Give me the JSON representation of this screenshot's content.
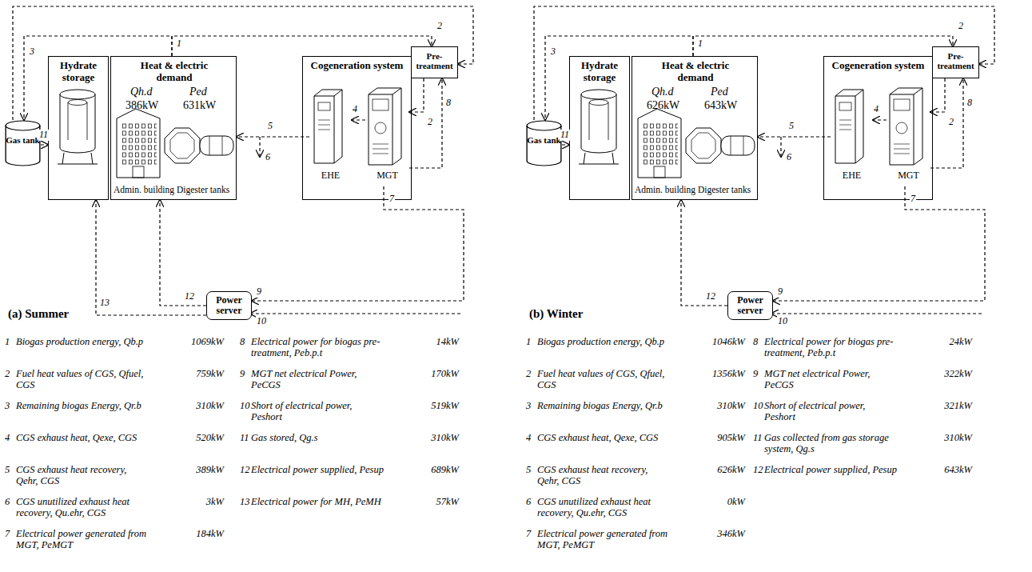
{
  "diagram": {
    "nodes": [
      {
        "text": [
          "Gas tank"
        ]
      },
      {
        "text": [
          "Hydrate storage"
        ]
      },
      {
        "text": [
          "Heat & electric demand",
          "Qh.d",
          "386kW",
          "Ped",
          "631kW",
          "Admin. building",
          "Digester tanks"
        ]
      },
      {
        "text": [
          "Cogeneration system"
        ]
      },
      {
        "text": [
          "EHE"
        ],
        "in": 3
      },
      {
        "text": [
          "MGT"
        ],
        "in": 3
      },
      {
        "text": [
          "Pre-treatment"
        ]
      },
      {
        "text": [
          "Power server"
        ]
      },
      {
        "text": [
          "Gas tank"
        ]
      },
      {
        "text": [
          "Hydrate storage"
        ]
      },
      {
        "text": [
          "Heat & electric demand",
          "Qh.d",
          "626kW",
          "Ped",
          "643kW",
          "Admin. building",
          "Digester tanks"
        ]
      },
      {
        "text": [
          "Cogeneration system"
        ]
      },
      {
        "text": [
          "EHE"
        ],
        "in": 11
      },
      {
        "text": [
          "MGT"
        ],
        "in": 11
      },
      {
        "text": [
          "Pre-treatment"
        ]
      },
      {
        "text": [
          "Power server"
        ]
      }
    ],
    "edges": [
      {
        "from": 2,
        "to": 6,
        "arrow": "to"
      },
      {
        "from": 2,
        "to": 0,
        "arrow": "to"
      },
      {
        "from": 0,
        "to": 6,
        "arrow": "to"
      },
      {
        "from": 0,
        "to": 1,
        "arrow": "to"
      },
      {
        "from": 5,
        "to": 4,
        "arrow": "to"
      },
      {
        "from": 4,
        "to": 2,
        "arrow": "to"
      },
      {
        "from": 6,
        "to": 5,
        "arrow": "to"
      },
      {
        "from": 5,
        "to": 6,
        "arrow": "to"
      },
      {
        "from": 5,
        "to": 7,
        "arrow": "to"
      },
      {
        "from": 7,
        "to": 2,
        "arrow": "to"
      },
      {
        "from": 7,
        "to": 1,
        "arrow": "to"
      },
      {
        "from": 10,
        "to": 14,
        "arrow": "to"
      },
      {
        "from": 10,
        "to": 8,
        "arrow": "to"
      },
      {
        "from": 8,
        "to": 14,
        "arrow": "to"
      },
      {
        "from": 8,
        "to": 9,
        "arrow": "to"
      },
      {
        "from": 13,
        "to": 12,
        "arrow": "to"
      },
      {
        "from": 12,
        "to": 10,
        "arrow": "to"
      },
      {
        "from": 14,
        "to": 13,
        "arrow": "to"
      },
      {
        "from": 13,
        "to": 14,
        "arrow": "to"
      },
      {
        "from": 13,
        "to": 15,
        "arrow": "to"
      },
      {
        "from": 15,
        "to": 10,
        "arrow": "to"
      }
    ],
    "labels": [
      "(a) Summer",
      "1",
      "2",
      "3",
      "11",
      "4",
      "5",
      "6",
      "7",
      "8",
      "2",
      "9",
      "10",
      "12",
      "13",
      "1",
      "Biogas production energy, Qb.p",
      "1069kW",
      "2",
      "Fuel heat values of CGS, Qfuel, CGS",
      "759kW",
      "3",
      "Remaining biogas Energy, Qr.b",
      "310kW",
      "4",
      "CGS exhaust heat, Qexe, CGS",
      "520kW",
      "5",
      "CGS exhaust heat recovery, Qehr, CGS",
      "389kW",
      "6",
      "CGS unutilized exhaust heat recovery, Qu.ehr, CGS",
      "3kW",
      "7",
      "Electrical power generated from MGT, PeMGT",
      "184kW",
      "8",
      "Electrical power for biogas pre-treatment, Peb.p.t",
      "14kW",
      "9",
      "MGT net electrical Power, PeCGS",
      "170kW",
      "10",
      "Short of electrical power, Peshort",
      "519kW",
      "11",
      "Gas stored, Qg.s",
      "310kW",
      "12",
      "Electrical power supplied, Pesup",
      "689kW",
      "13",
      "Electrical power for MH, PeMH",
      "57kW",
      "(b) Winter",
      "1",
      "2",
      "3",
      "11",
      "4",
      "5",
      "6",
      "7",
      "8",
      "2",
      "9",
      "10",
      "12",
      "1",
      "Biogas production energy, Qb.p",
      "1046kW",
      "2",
      "Fuel heat values of CGS, Qfuel, CGS",
      "1356kW",
      "3",
      "Remaining biogas Energy, Qr.b",
      "310kW",
      "4",
      "CGS exhaust heat, Qexe, CGS",
      "905kW",
      "5",
      "CGS exhaust heat recovery, Qehr, CGS",
      "626kW",
      "6",
      "CGS unutilized exhaust heat recovery, Qu.ehr, CGS",
      "0kW",
      "7",
      "Electrical power generated from MGT, PeMGT",
      "346kW",
      "8",
      "Electrical power for biogas pre-treatment, Peb.p.t",
      "24kW",
      "9",
      "MGT net electrical Power, PeCGS",
      "322kW",
      "10",
      "Short of electrical power, Peshort",
      "321kW",
      "11",
      "Gas collected from gas storage system, Qg.s",
      "310kW",
      "12",
      "Electrical power supplied, Pesup",
      "643kW"
    ]
  }
}
